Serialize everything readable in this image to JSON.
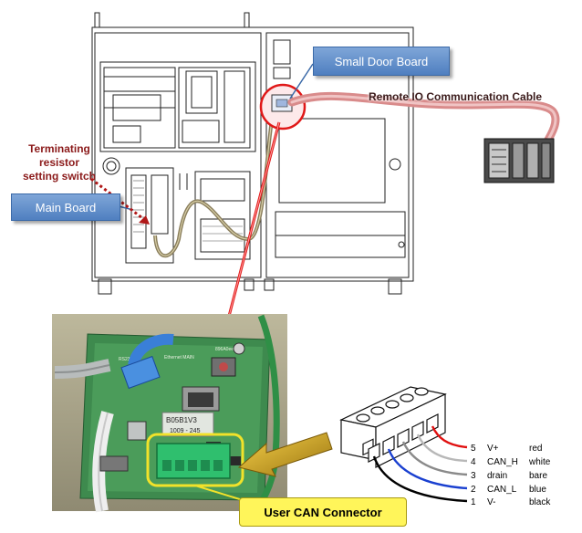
{
  "callouts": {
    "small_door_board": "Small Door Board",
    "main_board": "Main Board",
    "terminating_switch": [
      "Terminating",
      "resistor",
      "setting switch"
    ],
    "remote_io_cable": "Remote IO Communication Cable",
    "user_can_connector": "User CAN Connector"
  },
  "photo_labels": {
    "board_part": "B05B1V3",
    "board_serial": "1009 - 245",
    "top_silk": "896A0ee-7XL",
    "ethernet": "Ethernet MAIN",
    "left_silk": "RS232C"
  },
  "pinout": [
    {
      "pin": "5",
      "signal": "V+",
      "color": "red",
      "wire_hex": "#e01010"
    },
    {
      "pin": "4",
      "signal": "CAN_H",
      "color": "white",
      "wire_hex": "#b8b8b8"
    },
    {
      "pin": "3",
      "signal": "drain",
      "color": "bare",
      "wire_hex": "#8a8a8a"
    },
    {
      "pin": "2",
      "signal": "CAN_L",
      "color": "blue",
      "wire_hex": "#1a40d0"
    },
    {
      "pin": "1",
      "signal": "V-",
      "color": "black",
      "wire_hex": "#000000"
    }
  ],
  "colors": {
    "callout_blue": "#5a87c6",
    "highlight_red": "#e01818",
    "cable_pink": "#d98b8b",
    "cable_tan": "#8a7e5c",
    "can_callout_yellow": "#fff55a",
    "arrow_gold": "#c9a21a"
  }
}
